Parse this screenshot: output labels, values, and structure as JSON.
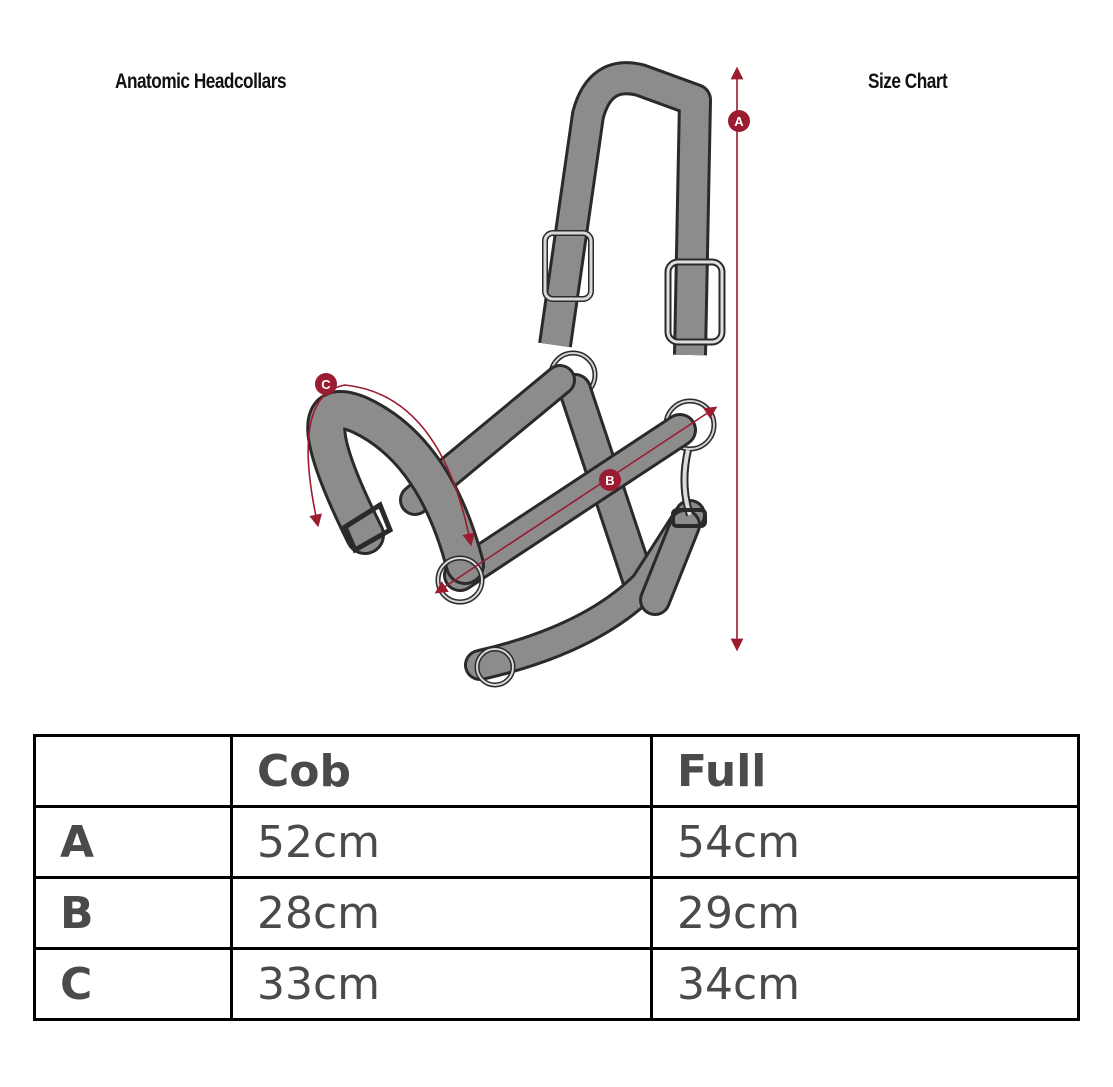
{
  "captions": {
    "left": "Anatomic Headcollars",
    "right": "Size Chart"
  },
  "diagram": {
    "markers": [
      "A",
      "B",
      "C"
    ],
    "accent_color": "#9b1b30",
    "strap_color": "#8a8a8a"
  },
  "table": {
    "columns": [
      "",
      "Cob",
      "Full"
    ],
    "rows": [
      {
        "label": "A",
        "cob": "52cm",
        "full": "54cm"
      },
      {
        "label": "B",
        "cob": "28cm",
        "full": "29cm"
      },
      {
        "label": "C",
        "cob": "33cm",
        "full": "34cm"
      }
    ]
  }
}
